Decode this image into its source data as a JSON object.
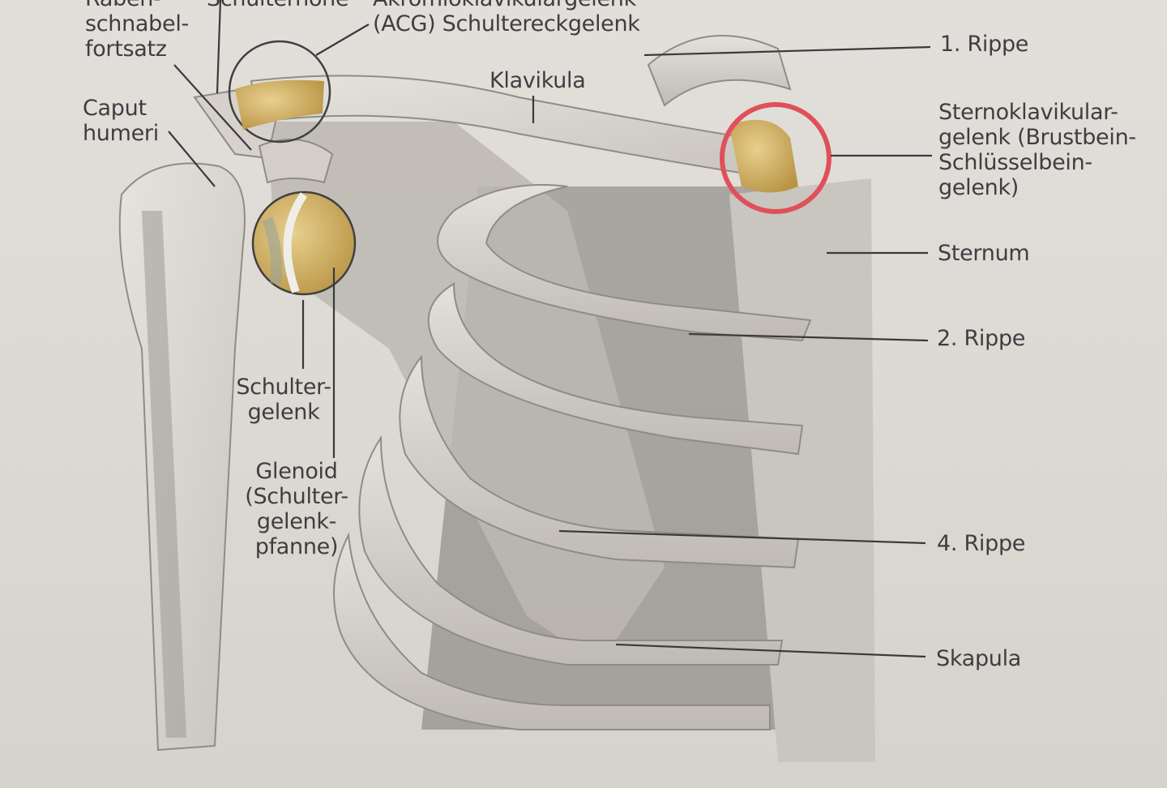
{
  "labels": {
    "rabenschnabel": [
      "Raben-",
      "schnabel-",
      "fortsatz"
    ],
    "schulterhoehe": "Schulterhöhe",
    "acg": [
      "Akromioklavikulargelenk",
      "(ACG) Schultereckgelenk"
    ],
    "klavikula": "Klavikula",
    "rippe1": "1. Rippe",
    "caput": [
      "Caput",
      "humeri"
    ],
    "sternoklavikular": [
      "Sternoklavikular-",
      "gelenk (Brustbein-",
      "Schlüsselbein-",
      "gelenk)"
    ],
    "sternum": "Sternum",
    "rippe2": "2. Rippe",
    "schultergelenk": [
      "Schulter-",
      "gelenk"
    ],
    "glenoid": [
      "Glenoid",
      "(Schulter-",
      "gelenk-",
      "pfanne)"
    ],
    "rippe4": "4. Rippe",
    "skapula": "Skapula"
  },
  "colors": {
    "bone": "#dcd8d1",
    "bone_shadow": "#8a8883",
    "cartilage": "#c9a85a",
    "highlight_circle": "#e0505a",
    "leader_line": "#3a3a3c"
  }
}
